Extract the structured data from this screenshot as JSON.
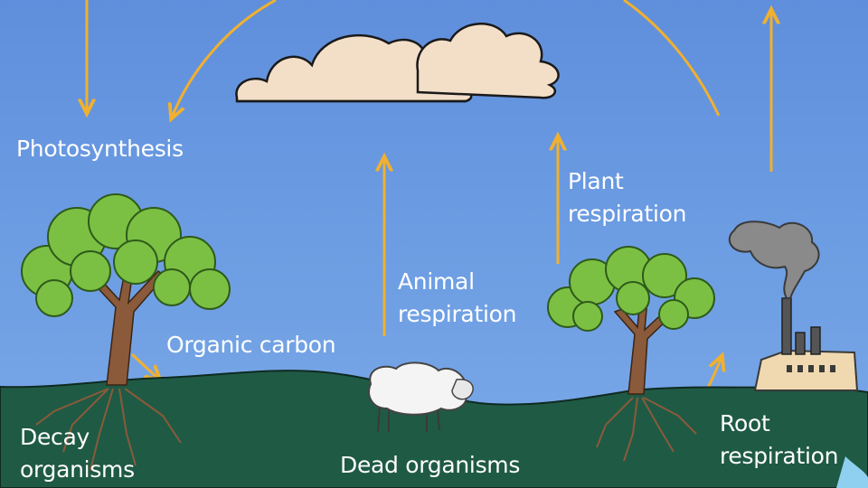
{
  "labels": {
    "photosynthesis": "Photosynthesis",
    "plant_respiration": "Plant\nrespiration",
    "animal_respiration": "Animal\nrespiration",
    "organic_carbon": "Organic carbon",
    "decay_organisms": "Decay\norganisms",
    "dead_organisms": "Dead organisms",
    "root_respiration": "Root\nrespiration"
  },
  "colors": {
    "sky": "#6f9ee0",
    "ground": "#1f5a45",
    "arrow": "#f0b030",
    "cloud": "#f3dfc8",
    "foliage": "#7bc043",
    "trunk": "#8a5a3a",
    "smoke": "#8a8a8a",
    "factory": "#f0d9b0",
    "sheep": "#f4f4f4"
  },
  "icons": [
    "cloud-icon",
    "tree-icon",
    "sheep-icon",
    "factory-icon",
    "smoke-icon",
    "arrow-icon"
  ]
}
